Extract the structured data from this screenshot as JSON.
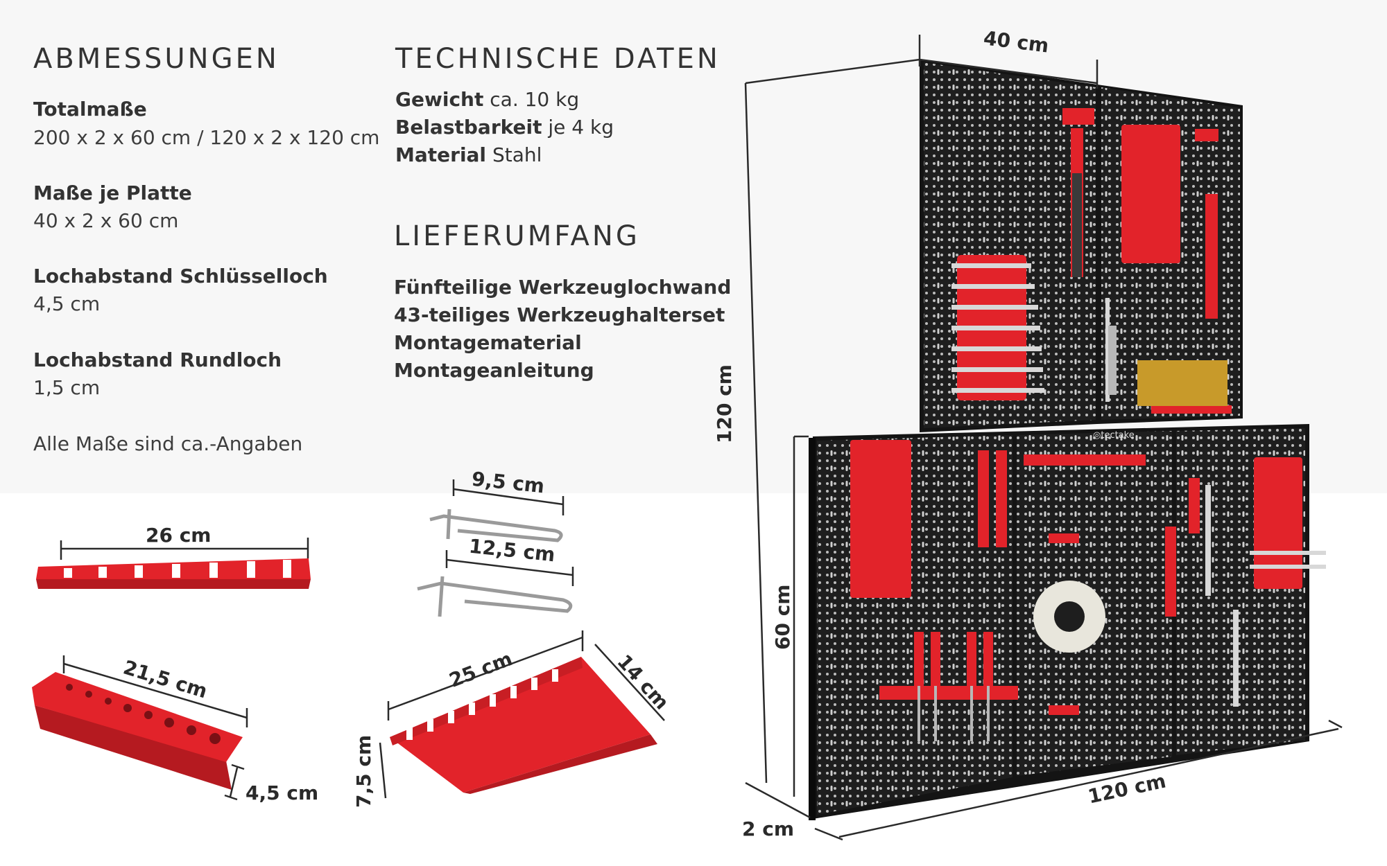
{
  "colors": {
    "accent_red": "#e2232a",
    "board_black": "#1e1e1e",
    "text": "#333333"
  },
  "dimensions": {
    "heading": "ABMESSUNGEN",
    "items": [
      {
        "label": "Totalmaße",
        "value": "200 x 2 x 60 cm / 120 x 2 x 120 cm"
      },
      {
        "label": "Maße je Platte",
        "value": "40 x 2 x 60 cm"
      },
      {
        "label": "Lochabstand Schlüsselloch",
        "value": "4,5 cm"
      },
      {
        "label": "Lochabstand Rundloch",
        "value": "1,5 cm"
      }
    ],
    "note": "Alle Maße sind ca.-Angaben"
  },
  "technical": {
    "heading": "TECHNISCHE DATEN",
    "items": [
      {
        "label": "Gewicht",
        "value": "ca. 10 kg"
      },
      {
        "label": "Belastbarkeit",
        "value": "je 4 kg"
      },
      {
        "label": "Material",
        "value": "Stahl"
      }
    ]
  },
  "scope": {
    "heading": "LIEFERUMFANG",
    "items": [
      "Fünfteilige Werkzeuglochwand",
      "43-teiliges Werkzeughalterset",
      "Montagematerial",
      "Montageanleitung"
    ]
  },
  "wall_dims": {
    "width_top": "40 cm",
    "height_total": "120 cm",
    "height_lower": "60 cm",
    "width_bottom": "120 cm",
    "depth": "2 cm"
  },
  "accessory_dims": {
    "rail": "26 cm",
    "hook_short": "9,5 cm",
    "hook_long": "12,5 cm",
    "bit_holder_length": "21,5 cm",
    "bit_holder_height": "4,5 cm",
    "wrench_holder_length": "25 cm",
    "wrench_holder_depth": "14 cm",
    "wrench_holder_height": "7,5 cm"
  },
  "brand": "tectake"
}
